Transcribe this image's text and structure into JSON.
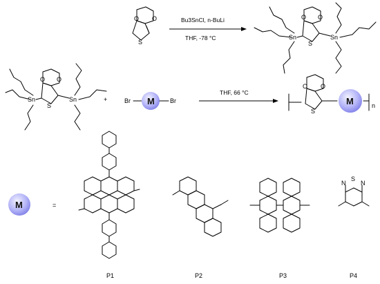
{
  "reaction1": {
    "reagent_line1": "Bu3SnCl, n-BuLi",
    "reagent_line2": "THF, -78 °C"
  },
  "reaction2": {
    "plus": "+",
    "br_left": "Br",
    "br_right": "Br",
    "monomer_label": "M",
    "conditions": "THF, 66 °C",
    "repeat_subscript": "n"
  },
  "legend": {
    "monomer_label": "M",
    "equals": "="
  },
  "atoms": {
    "sn": "Sn",
    "s": "S",
    "o": "O",
    "n": "N"
  },
  "products": [
    "P1",
    "P2",
    "P3",
    "P4"
  ],
  "colors": {
    "monomer_fill_center": "#e4e4ff",
    "monomer_fill_edge": "#8c8cf0",
    "bond": "#000000"
  }
}
